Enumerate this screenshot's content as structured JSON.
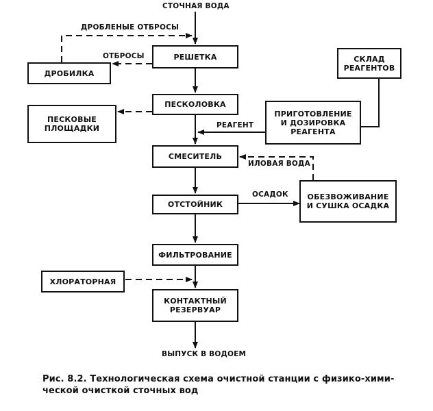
{
  "boxes": {
    "reshetka": "РЕШЕТКА",
    "drobilka": "ДРОБИЛКА",
    "sklad": "СКЛАД\nРЕАГЕНТОВ",
    "peskolovka": "ПЕСКОЛОВКА",
    "peskovye": "ПЕСКОВЫЕ\nПЛОЩАДКИ",
    "prigotovlenie": "ПРИГОТОВЛЕНИЕ\nИ ДОЗИРОВКА\nРЕАГЕНТА",
    "smesitel": "СМЕСИТЕЛЬ",
    "otstoynik": "ОТСТОЙНИК",
    "obezvozhivanie": "ОБЕЗВОЖИВАНИЕ\nИ СУШКА ОСАДКА",
    "filtrovanie": "ФИЛЬТРОВАНИЕ",
    "hloratornaya": "ХЛОРАТОРНАЯ",
    "kontaktny": "КОНТАКТНЫЙ\nРЕЗЕРВУАР"
  },
  "labels": {
    "stochnaya_voda": "СТОЧНАЯ ВОДА",
    "droblenye_otbrosy": "ДРОБЛЕНЫЕ ОТБРОСЫ",
    "otbrosy": "ОТБРОСЫ",
    "reagent": "РЕАГЕНТ",
    "ilovaya_voda": "ИЛОВАЯ ВОДА",
    "osadok": "ОСАДОК",
    "vypusk": "ВЫПУСК В ВОДОЕМ"
  },
  "caption": {
    "line1": "Рис. 8.2. Технологическая схема очистной станции с физико-хими-",
    "line2": "ческой очисткой сточных вод"
  }
}
